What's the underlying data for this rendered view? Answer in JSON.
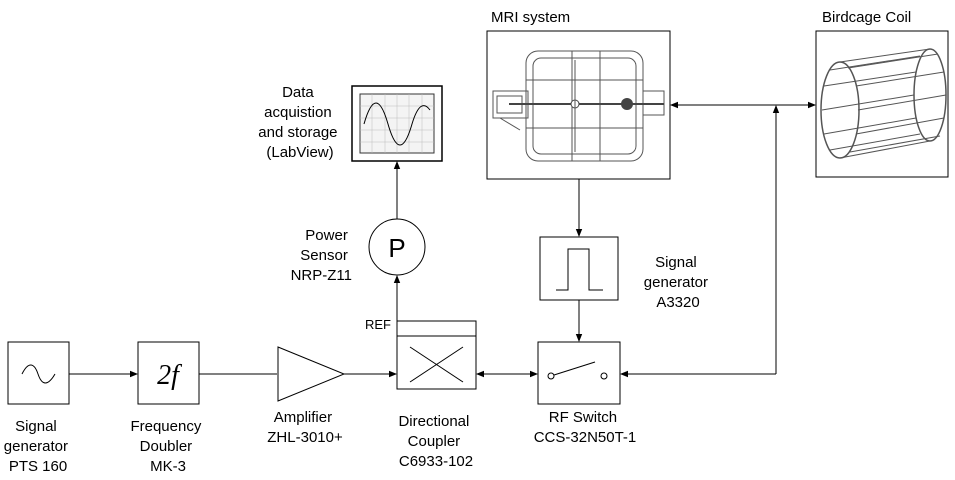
{
  "labels": {
    "signal_generator_pts": [
      "Signal",
      "generator",
      "PTS 160"
    ],
    "frequency_doubler": [
      "Frequency",
      "Doubler",
      "MK-3"
    ],
    "doubler_symbol": "2f",
    "amplifier": [
      "Amplifier",
      "ZHL-3010+"
    ],
    "directional_coupler": [
      "Directional",
      "Coupler",
      "C6933-102"
    ],
    "coupler_ref": "REF",
    "rf_switch": [
      "RF Switch",
      "CCS-32N50T-1"
    ],
    "signal_generator_a3320": [
      "Signal",
      "generator",
      "A3320"
    ],
    "power_sensor": [
      "Power",
      "Sensor",
      "NRP-Z11"
    ],
    "power_sensor_symbol": "P",
    "data_acquisition": [
      "Data",
      "acquistion",
      "and storage",
      "(LabView)"
    ],
    "mri_system": "MRI system",
    "birdcage_coil": "Birdcage Coil"
  }
}
